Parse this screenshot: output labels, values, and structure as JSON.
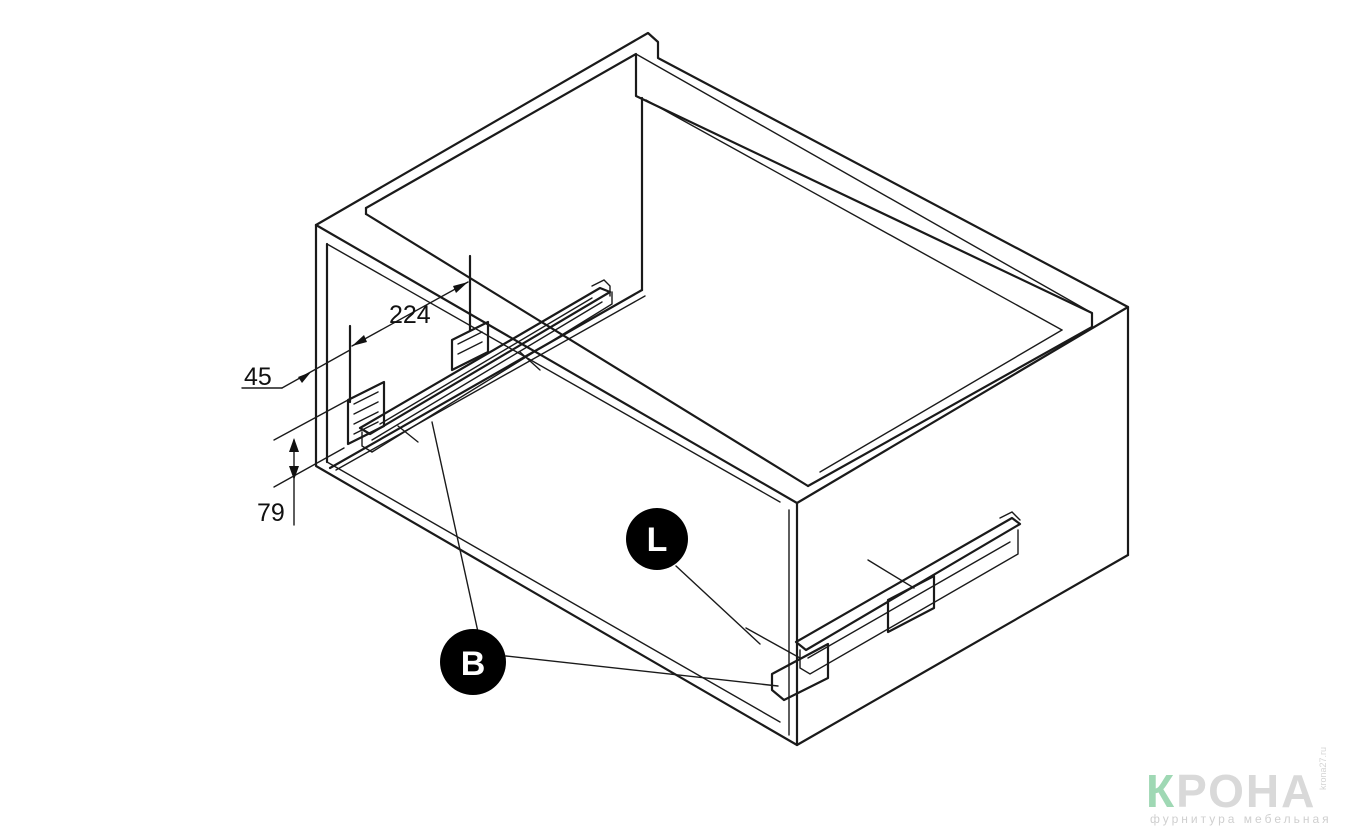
{
  "dimensions": {
    "d224": "224",
    "d45": "45",
    "d79": "79"
  },
  "callouts": {
    "l": "L",
    "b": "B"
  },
  "brand": {
    "first_letter": "К",
    "rest": "РОНА",
    "tagline": "фурнитура мебельная",
    "site": "krona27.ru"
  },
  "colors": {
    "line": "#1a1a1a",
    "callout_fill": "#000000",
    "logo_accent": "#9fd8b4",
    "logo_gray": "#d9d9d9"
  }
}
